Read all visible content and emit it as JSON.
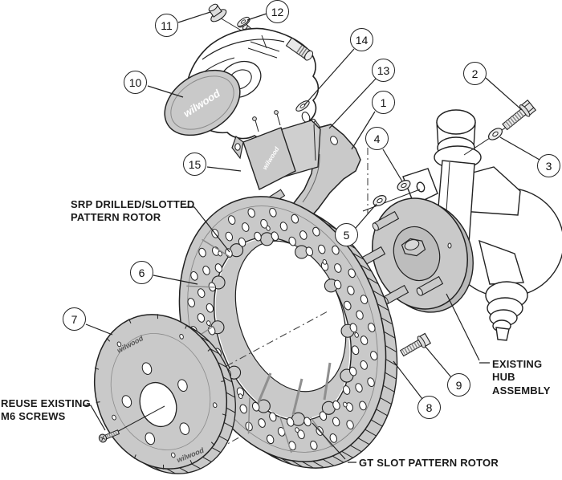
{
  "labels": {
    "srp_rotor": "SRP DRILLED/SLOTTED\nPATTERN ROTOR",
    "reuse_screws": "REUSE EXISTING\nM6 SCREWS",
    "hub_assembly": "EXISTING HUB\nASSEMBLY",
    "gt_rotor": "GT SLOT PATTERN ROTOR"
  },
  "callouts": [
    {
      "number": "1",
      "part": "caliper-mounting-bracket"
    },
    {
      "number": "2",
      "part": "hex-bolt"
    },
    {
      "number": "3",
      "part": "washer"
    },
    {
      "number": "4",
      "part": "washer"
    },
    {
      "number": "5",
      "part": "washer"
    },
    {
      "number": "6",
      "part": "srp-drilled-slotted-rotor"
    },
    {
      "number": "7",
      "part": "rotor-hat"
    },
    {
      "number": "8",
      "part": "washer"
    },
    {
      "number": "9",
      "part": "hex-bolt"
    },
    {
      "number": "10",
      "part": "brake-caliper"
    },
    {
      "number": "11",
      "part": "nut"
    },
    {
      "number": "12",
      "part": "washer"
    },
    {
      "number": "13",
      "part": "mounting-stud"
    },
    {
      "number": "14",
      "part": "washer"
    },
    {
      "number": "15",
      "part": "brake-pads"
    }
  ],
  "brand_marks": {
    "logo_script": "wilwood"
  },
  "colors": {
    "line": "#222222",
    "part_fill": "#c9c9c9",
    "background": "#ffffff"
  }
}
